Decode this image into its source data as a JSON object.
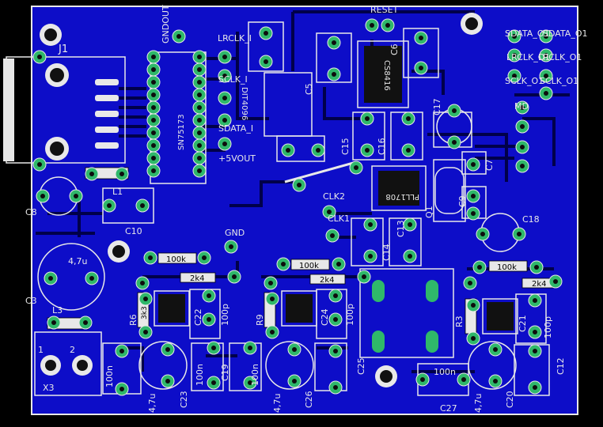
{
  "colors": {
    "background": "#000000",
    "copper": "#0d0dc8",
    "trace": "#00004a",
    "pad": "#2fb86a",
    "silk": "#e8e8e8"
  },
  "labels": {
    "gndout": "GNDOUT",
    "j1": "J1",
    "reset": "RESET",
    "lrclk_i": "LRCLK_I",
    "sclk_i": "SCLK_I",
    "sdata_i": "SDATA_I",
    "vout": "+5VOUT",
    "sdata_o1_a": "SDATA_O1",
    "sdata_o1_b": "SDATA_O1",
    "lrclk_o1_a": "LRCLK_O1",
    "lrclk_o1_b": "LRCLK_O1",
    "sclk_o1_a": "SCLK_O1",
    "sclk_o1_b": "SCLK_O1",
    "md": "MD",
    "clk2": "CLK2",
    "clk1": "CLK1",
    "gnd": "GND",
    "c5": "C5",
    "c6": "C6",
    "c15": "C15",
    "c16": "C16",
    "c17": "C17",
    "c7": "C7",
    "c8": "C8",
    "c10": "C10",
    "l1": "L1",
    "c18": "C18",
    "q1": "Q1",
    "c3": "C3",
    "cap_4u7": "4,7u",
    "l3": "L3",
    "x3": "X3",
    "x3_pin1": "1",
    "x3_pin2": "2",
    "r6": "R6",
    "r9": "R9",
    "r3": "R3",
    "r100k_a": "100k",
    "r100k_b": "100k",
    "r100k_c": "100k",
    "c23": "C23",
    "c26": "C26",
    "c20": "C20",
    "c27": "C27",
    "c12": "C12",
    "c19": "C19",
    "c14": "C14",
    "c13": "C13",
    "c21": "C21",
    "c22": "C22",
    "c24": "C24",
    "c25": "C25",
    "c9": "C9",
    "n100n_a": "100n",
    "n100n_b": "100n",
    "n100n_c": "100n",
    "n100n_d": "100n",
    "n100p_a": "100p",
    "n100p_b": "100p",
    "n100p_c": "100p",
    "r2k4_a": "2k4",
    "r2k4_b": "2k4",
    "r2k4_c": "2k4",
    "r3k3": "3k3",
    "chip_sn": "SN75173",
    "chip_pll": "PLL1708",
    "chip_dit": "DIT4096",
    "chip_cs": "CS8416"
  }
}
